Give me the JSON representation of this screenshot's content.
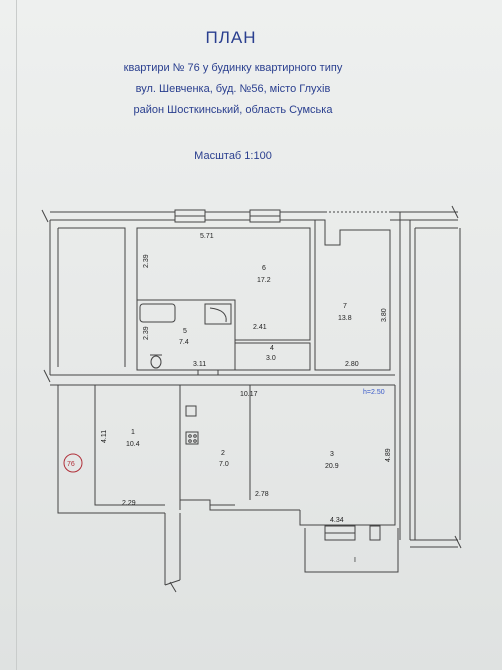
{
  "document": {
    "title": "ПЛАН",
    "line1": "квартири № 76 у будинку квартирного типу",
    "line2": "вул. Шевченка, буд. №56, місто Глухів",
    "line3": "район Шосткинський, область Сумська",
    "scale": "Масштаб 1:100"
  },
  "colors": {
    "text_blue": "#2a3f8f",
    "wall": "#444444",
    "stamp": "#b0303a"
  },
  "dimensions": {
    "d571": "5.71",
    "d239a": "2.39",
    "d239b": "2.39",
    "d241": "2.41",
    "d311": "3.11",
    "d380": "3.80",
    "d280": "2.80",
    "d1017": "10.17",
    "d411": "4.11",
    "d229": "2.29",
    "d278": "2.78",
    "d489": "4.89",
    "d434": "4.34",
    "height": "h=2.50"
  },
  "rooms": [
    {
      "num": "6",
      "area": "17.2"
    },
    {
      "num": "7",
      "area": "13.8"
    },
    {
      "num": "5",
      "area": "7.4"
    },
    {
      "num": "4",
      "area": "3.0"
    },
    {
      "num": "1",
      "area": "10.4"
    },
    {
      "num": "2",
      "area": "7.0"
    },
    {
      "num": "3",
      "area": "20.9"
    }
  ],
  "stamp": "76",
  "balcony_mark": "I"
}
